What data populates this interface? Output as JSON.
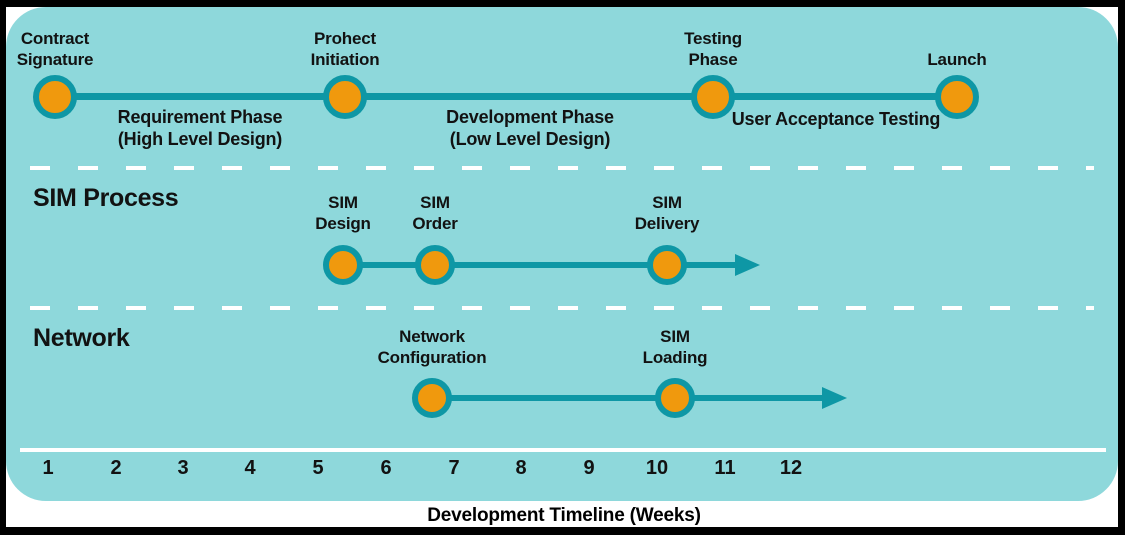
{
  "top_timeline": {
    "milestones": [
      {
        "label": "Contract\nSignature"
      },
      {
        "label": "Prohect\nInitiation"
      },
      {
        "label": "Testing\nPhase"
      },
      {
        "label": "Launch"
      }
    ],
    "phases": [
      {
        "label": "Requirement Phase\n(High Level Design)"
      },
      {
        "label": "Development Phase\n(Low Level Design)"
      },
      {
        "label": "User Acceptance Testing"
      }
    ]
  },
  "rows": [
    {
      "title": "SIM Process",
      "milestones": [
        {
          "label": "SIM\nDesign"
        },
        {
          "label": "SIM\nOrder"
        },
        {
          "label": "SIM\nDelivery"
        }
      ]
    },
    {
      "title": "Network",
      "milestones": [
        {
          "label": "Network\nConfiguration"
        },
        {
          "label": "SIM\nLoading"
        }
      ]
    }
  ],
  "axis": {
    "weeks": [
      "1",
      "2",
      "3",
      "4",
      "5",
      "6",
      "7",
      "8",
      "9",
      "10",
      "11",
      "12"
    ],
    "label": "Development Timeline (Weeks)"
  },
  "colors": {
    "panel_background": "#8ED8DB",
    "line_teal": "#0E97A5",
    "marker_orange": "#F0990D",
    "divider_white": "#FFFFFF",
    "text_black": "#121212",
    "frame_black": "#000000"
  }
}
